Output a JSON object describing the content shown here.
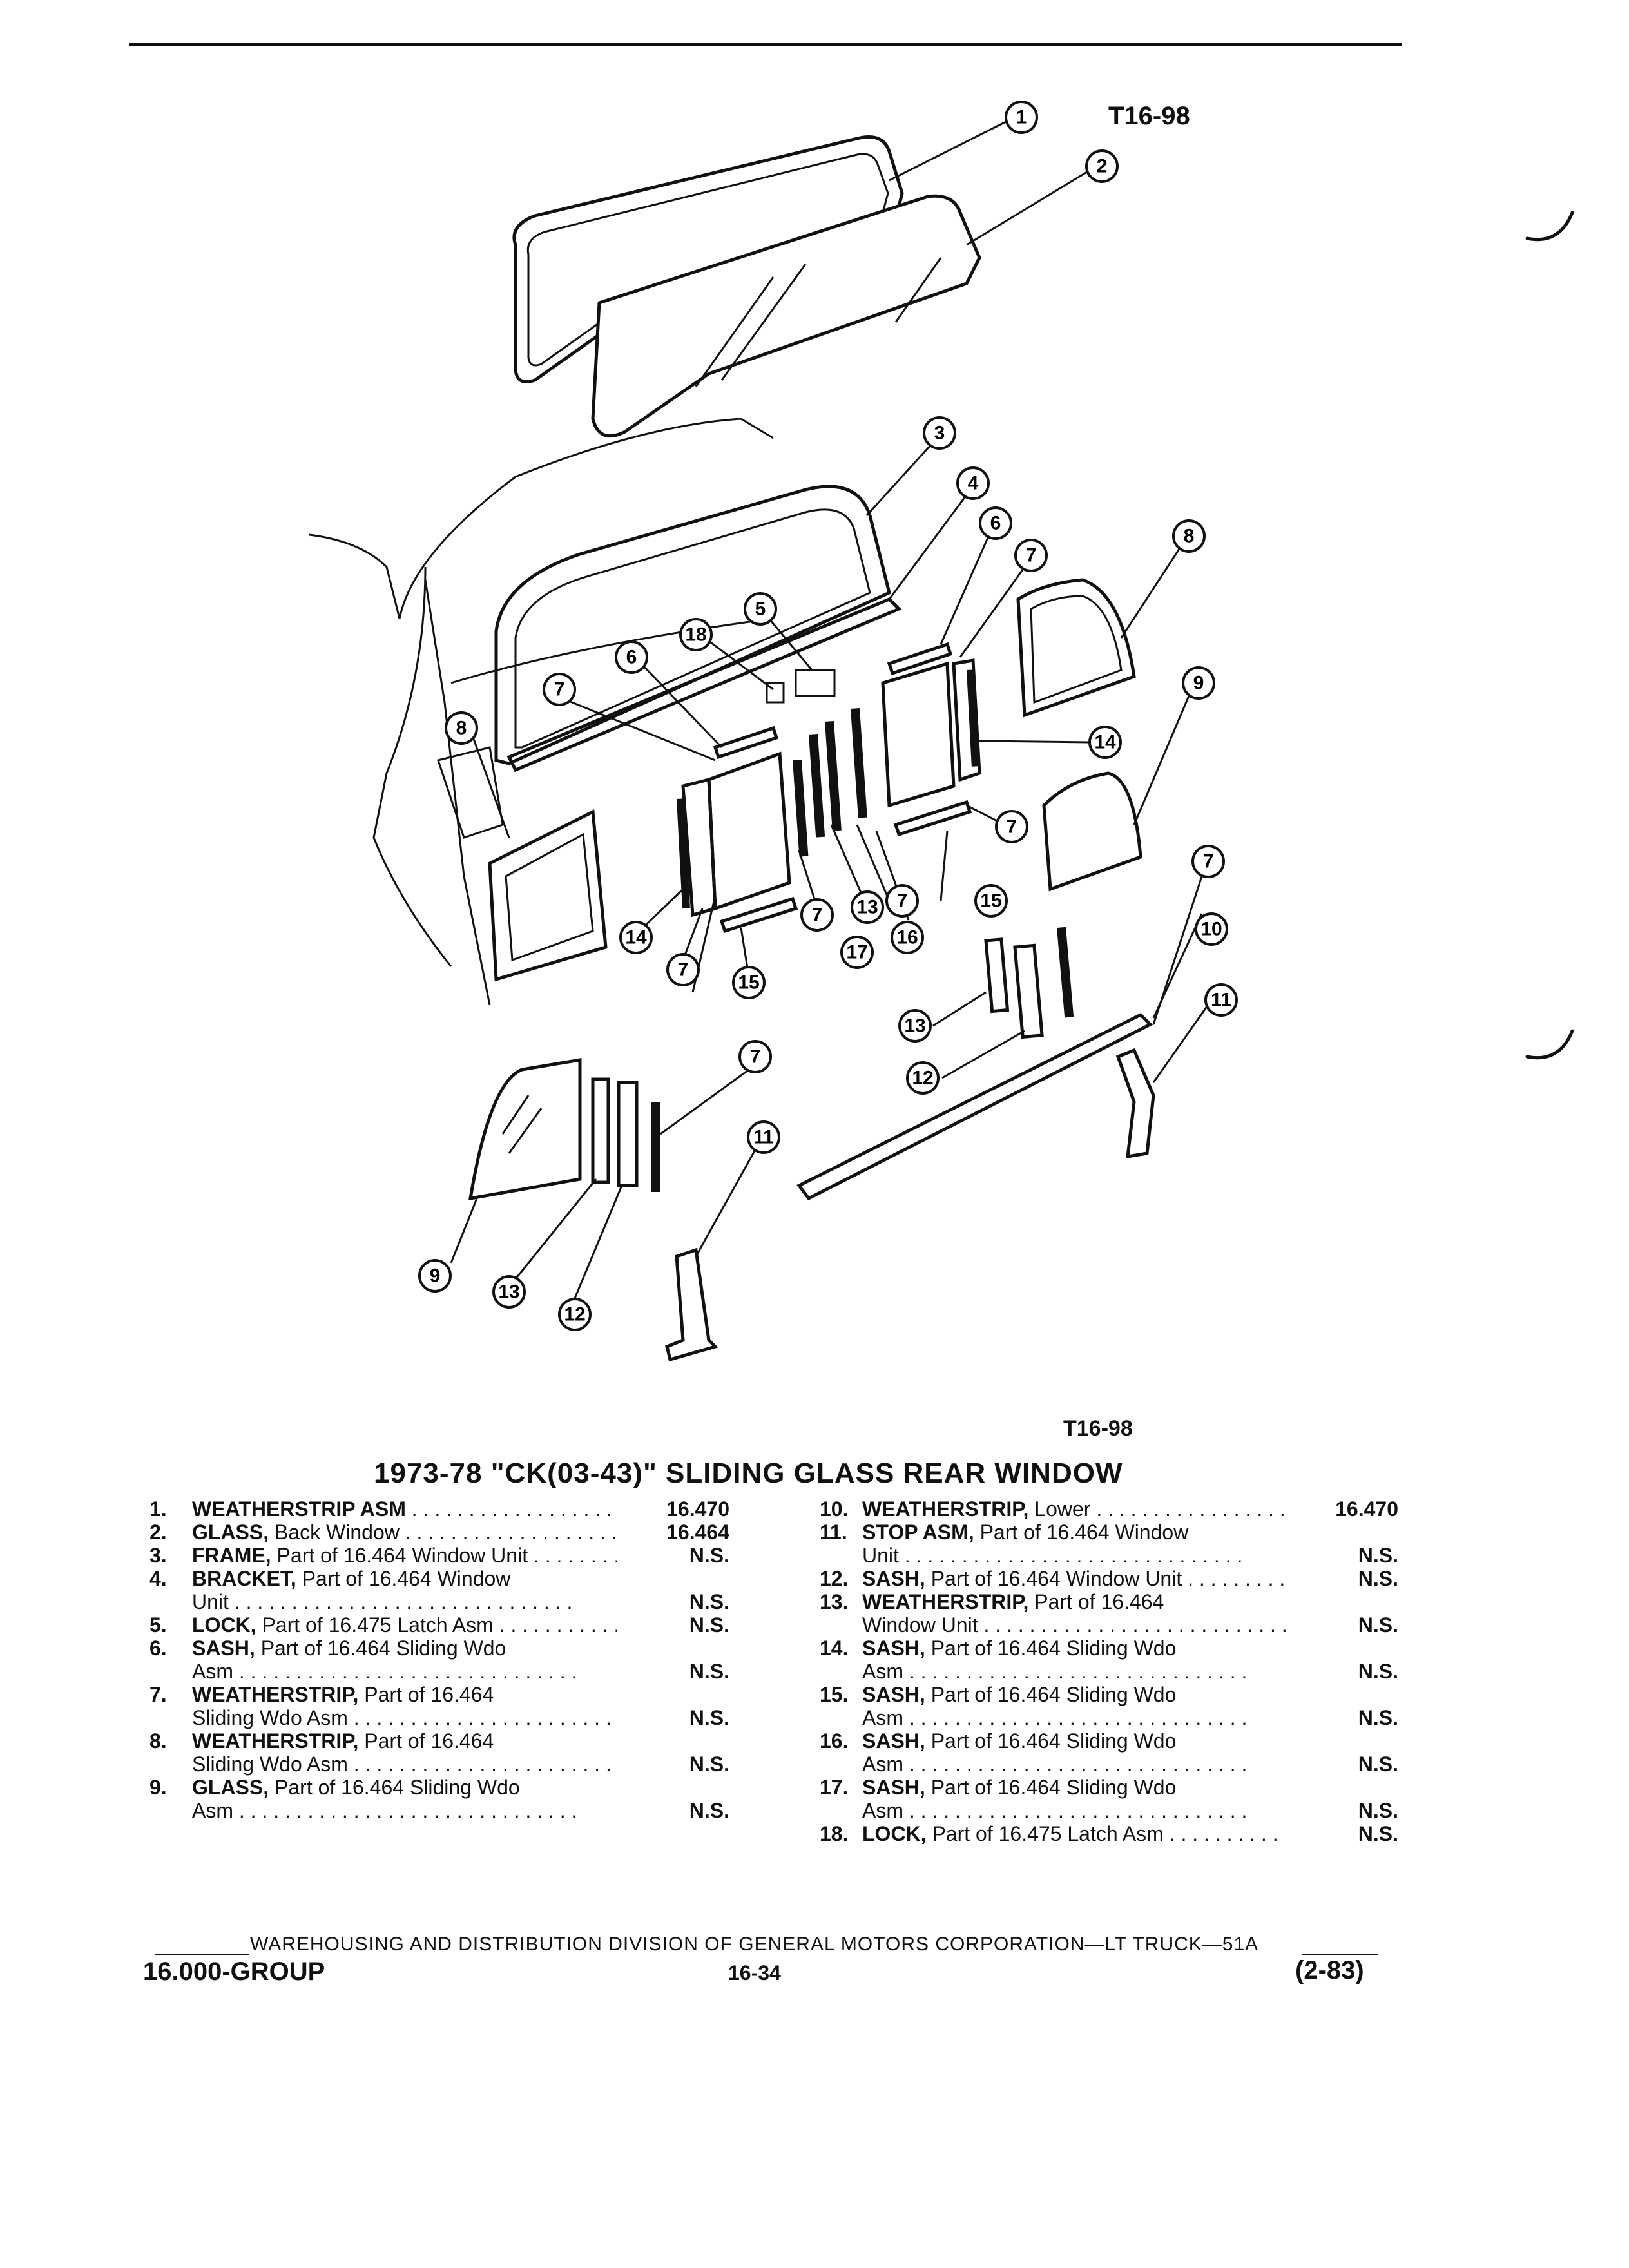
{
  "figure_code": "T16-98",
  "figure_code_bottom": "T16-98",
  "title": "1973-78 \"CK(03-43)\" SLIDING GLASS REAR WINDOW",
  "callout_labels": [
    "1",
    "2",
    "3",
    "4",
    "5",
    "6",
    "7",
    "8",
    "9",
    "10",
    "11",
    "12",
    "13",
    "14",
    "15",
    "16",
    "17",
    "18"
  ],
  "parts_left": [
    {
      "num": "1.",
      "name": "WEATHERSTRIP ASM",
      "desc": "",
      "cont": "",
      "value": "16.470"
    },
    {
      "num": "2.",
      "name": "GLASS,",
      "desc": " Back Window",
      "cont": "",
      "value": "16.464"
    },
    {
      "num": "3.",
      "name": "FRAME,",
      "desc": " Part of 16.464 Window Unit",
      "cont": "",
      "value": "N.S."
    },
    {
      "num": "4.",
      "name": "BRACKET,",
      "desc": " Part of 16.464 Window",
      "cont": "Unit",
      "value": "N.S."
    },
    {
      "num": "5.",
      "name": "LOCK,",
      "desc": " Part of 16.475 Latch Asm",
      "cont": "",
      "value": "N.S."
    },
    {
      "num": "6.",
      "name": "SASH,",
      "desc": " Part of 16.464 Sliding Wdo",
      "cont": "Asm",
      "value": "N.S."
    },
    {
      "num": "7.",
      "name": "WEATHERSTRIP,",
      "desc": " Part of 16.464",
      "cont": "Sliding Wdo Asm",
      "value": "N.S."
    },
    {
      "num": "8.",
      "name": "WEATHERSTRIP,",
      "desc": " Part of 16.464",
      "cont": "Sliding Wdo Asm",
      "value": "N.S."
    },
    {
      "num": "9.",
      "name": "GLASS,",
      "desc": " Part of 16.464 Sliding Wdo",
      "cont": "Asm",
      "value": "N.S."
    }
  ],
  "parts_right": [
    {
      "num": "10.",
      "name": "WEATHERSTRIP,",
      "desc": " Lower",
      "cont": "",
      "value": "16.470"
    },
    {
      "num": "11.",
      "name": "STOP ASM,",
      "desc": " Part of 16.464 Window",
      "cont": "Unit",
      "value": "N.S."
    },
    {
      "num": "12.",
      "name": "SASH,",
      "desc": " Part of 16.464 Window Unit",
      "cont": "",
      "value": "N.S."
    },
    {
      "num": "13.",
      "name": "WEATHERSTRIP,",
      "desc": " Part of 16.464",
      "cont": "Window Unit",
      "value": "N.S."
    },
    {
      "num": "14.",
      "name": "SASH,",
      "desc": " Part of 16.464 Sliding Wdo",
      "cont": "Asm",
      "value": "N.S."
    },
    {
      "num": "15.",
      "name": "SASH,",
      "desc": " Part of 16.464 Sliding Wdo",
      "cont": "Asm",
      "value": "N.S."
    },
    {
      "num": "16.",
      "name": "SASH,",
      "desc": " Part of 16.464 Sliding Wdo",
      "cont": "Asm",
      "value": "N.S."
    },
    {
      "num": "17.",
      "name": "SASH,",
      "desc": " Part of 16.464 Sliding Wdo",
      "cont": "Asm",
      "value": "N.S."
    },
    {
      "num": "18.",
      "name": "LOCK,",
      "desc": " Part of 16.475 Latch Asm",
      "cont": "",
      "value": "N.S."
    }
  ],
  "footer": {
    "line": "WAREHOUSING AND DISTRIBUTION  DIVISION OF GENERAL MOTORS CORPORATION—LT TRUCK—51A",
    "group": "16.000-GROUP",
    "page": "16-34",
    "date": "(2-83)"
  }
}
